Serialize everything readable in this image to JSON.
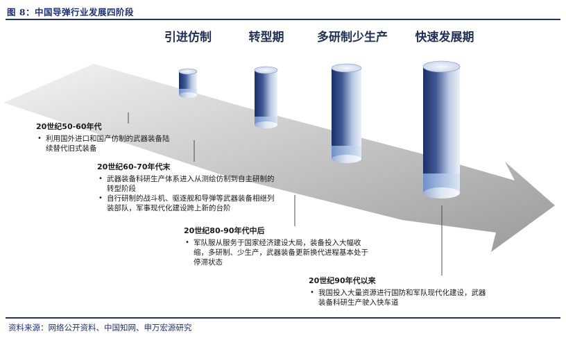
{
  "figure": {
    "title": "图 8：中国导弹行业发展四阶段",
    "source": "资料来源：网络公开资料、中国知网、申万宏源研究"
  },
  "stages": [
    {
      "label": "引进仿制",
      "period": "20世纪50-60年代",
      "bullets": [
        "利用国外进口和国产仿制的武器装备陆续替代旧式装备"
      ]
    },
    {
      "label": "转型期",
      "period": "20世纪60-70年代末",
      "bullets": [
        "武器装备科研生产体系进入从测绘仿制到自主研制的转型阶段",
        "自行研制的战斗机、驱逐舰和导弹等武器装备相继列装部队，军事现代化建设跨上新的台阶"
      ]
    },
    {
      "label": "多研制少生产",
      "period": "20世纪80-90年代中后",
      "bullets": [
        "军队服从服务于国家经济建设大局，装备投入大幅收缩，多研制、少生产，武器装备更新换代进程基本处于停滞状态"
      ]
    },
    {
      "label": "快速发展期",
      "period": "20世纪90年代以来",
      "bullets": [
        "我国投入大量资源进行国防和军队现代化建设，武器装备科研生产驶入快车道"
      ]
    }
  ],
  "colors": {
    "title": "#1f2f74",
    "rule": "#1f2f74",
    "stage_label": "#1f2f56",
    "cylinder_dark": "#1c2f66",
    "cylinder_light": "#eef2f8",
    "cylinder_band": "#a7bde0",
    "arrow_grey": "#a6a6a6"
  }
}
